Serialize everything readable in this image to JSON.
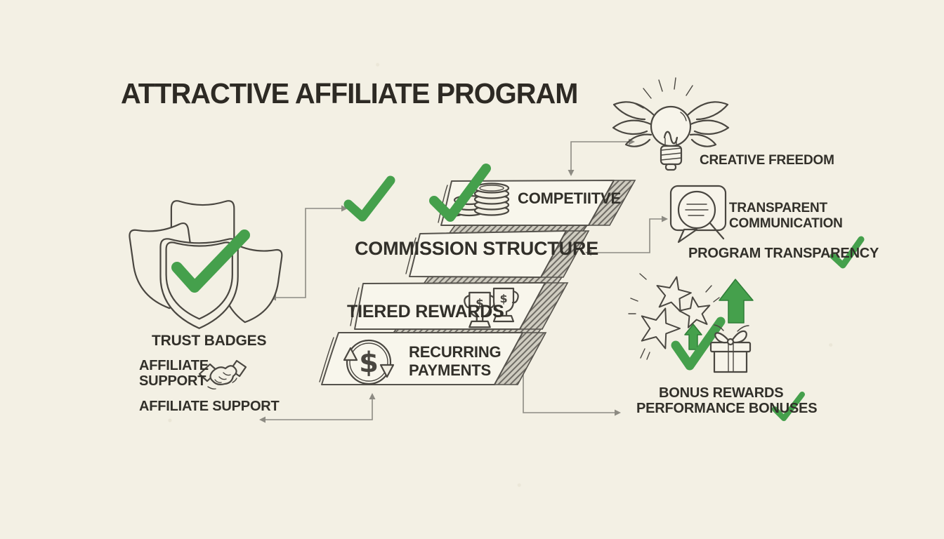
{
  "colors": {
    "bg": "#f3f0e4",
    "banner_fill": "#f8f6ec",
    "ink": "#3a372f",
    "text": "#32302a",
    "green": "#45a04c",
    "green_dark": "#2e7d36",
    "connector": "#8d8b83"
  },
  "title": {
    "text": "ATTRACTIVE AFFILIATE PROGRAM"
  },
  "left_column": {
    "trust_badges": "TRUST BADGES",
    "affiliate_support_line1": "AFFILIATE",
    "affiliate_support_line2": "SUPPORT",
    "affiliate_support_repeat": "AFFILIATE SUPPORT"
  },
  "banners": {
    "competitive": "COMPETIITVE",
    "commission_structure": "COMMISSION STRUCTURE",
    "tiered_rewards": "TIERED REWARDS",
    "recurring_line1": "RECURRING",
    "recurring_line2": "PAYMENTS"
  },
  "right_column": {
    "creative_freedom": "CREATIVE FREEDOM",
    "transparent_line1": "TRANSPARENT",
    "transparent_line2": "COMMUNICATION",
    "program_transparency": "PROGRAM TRANSPARENCY",
    "bonus_rewards": "BONUS REWARDS",
    "performance_bonuses": "PERFORMANCE BONUSES"
  },
  "icons": [
    "shield-cluster-icon",
    "handshake-icon",
    "winged-lightbulb-icon",
    "coins-stack-icon",
    "trophy-icon",
    "recurring-payment-icon",
    "speech-bubble-magnifier-icon",
    "stars-icon",
    "growth-arrow-icon",
    "gift-box-icon",
    "checkmark-icon"
  ]
}
